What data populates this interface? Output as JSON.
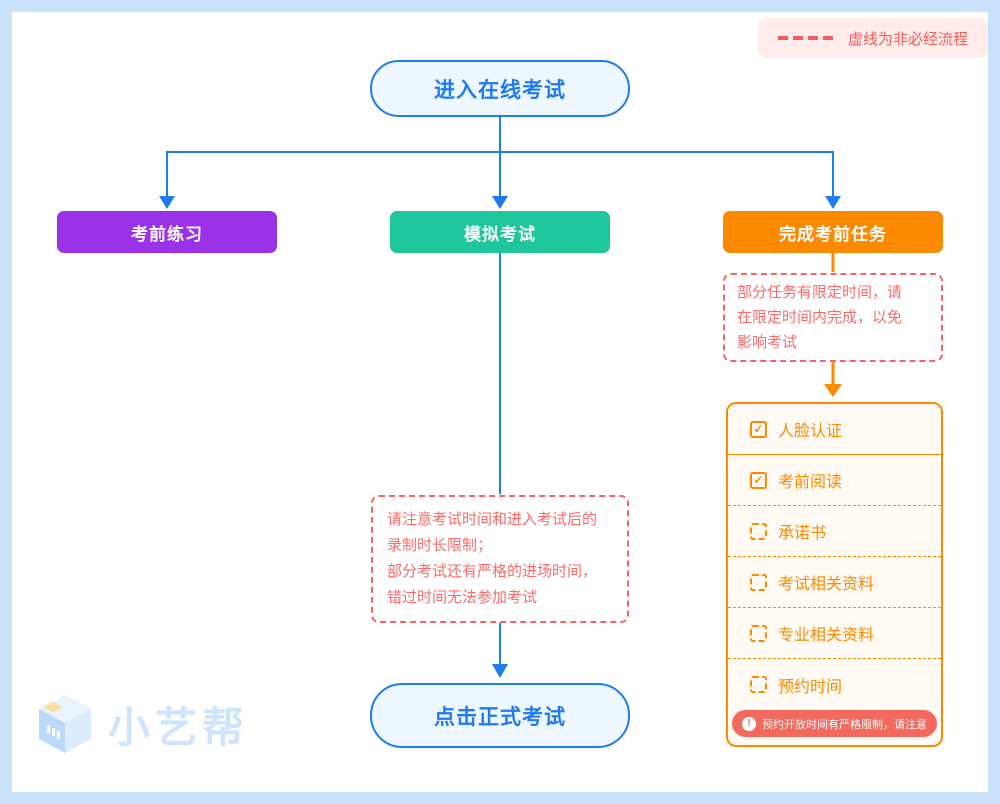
{
  "legend": {
    "label": "虚线为非必经流程"
  },
  "flow": {
    "start_label": "进入在线考试",
    "final_label": "点击正式考试"
  },
  "branches": [
    {
      "label": "考前练习",
      "color": "#9c32e8"
    },
    {
      "label": "模拟考试",
      "color": "#1fc69c"
    },
    {
      "label": "完成考前任务",
      "color": "#fc8a00"
    }
  ],
  "task_note": {
    "text": "部分任务有限定时间，请\n在限定时间内完成，以免\n影响考试"
  },
  "exam_note": {
    "text": "请注意考试时间和进入考试后的\n录制时长限制；\n部分考试还有严格的进场时间，\n错过时间无法参加考试"
  },
  "tasks": {
    "items": [
      {
        "label": "人脸认证",
        "checked": true
      },
      {
        "label": "考前阅读",
        "checked": true
      },
      {
        "label": "承诺书",
        "checked": false
      },
      {
        "label": "考试相关资料",
        "checked": false
      },
      {
        "label": "专业相关资料",
        "checked": false
      },
      {
        "label": "预约时间",
        "checked": false
      }
    ],
    "footer_note": "预约开放时间有严格限制，请注意"
  },
  "logo": {
    "label": "小艺帮"
  },
  "colors": {
    "frame": "#c9e2fa",
    "accent_blue": "#1f7bf0",
    "purple": "#9c32e8",
    "green": "#1fc69c",
    "orange": "#fc8a00",
    "red_dashed": "#f96262",
    "legend_bg": "#ffeceb",
    "badge_bg": "#f3695e"
  }
}
